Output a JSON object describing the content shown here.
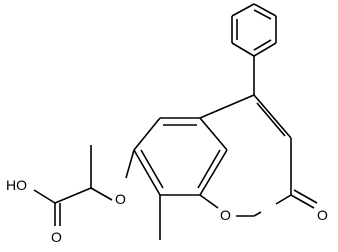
{
  "structure": {
    "atom_labels": {
      "hydroxyl": "HO",
      "carbonyl_oxygen_acid": "O",
      "ether_oxygen": "O",
      "ring_oxygen": "O",
      "lactone_carbonyl_oxygen": "O"
    }
  }
}
